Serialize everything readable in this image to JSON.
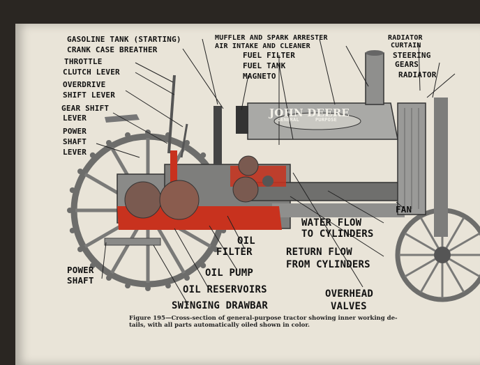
{
  "figure": {
    "labels": {
      "gasoline_tank": "GASOLINE TANK (STARTING)",
      "crank_case_breather": "CRANK CASE BREATHER",
      "throttle": "THROTTLE",
      "clutch_lever": "CLUTCH LEVER",
      "overdrive_1": "OVERDRIVE",
      "overdrive_2": "SHIFT LEVER",
      "gear_shift_1": "GEAR SHIFT",
      "gear_shift_2": "LEVER",
      "power_shaft_lever_1": "POWER",
      "power_shaft_lever_2": "SHAFT",
      "power_shaft_lever_3": "LEVER",
      "muffler": "MUFFLER AND SPARK ARRESTER",
      "air_intake": "AIR INTAKE AND CLEANER",
      "fuel_filter": "FUEL FILTER",
      "fuel_tank": "FUEL TANK",
      "magneto": "MAGNETO",
      "radiator_curtain_1": "RADIATOR",
      "radiator_curtain_2": "CURTAIN",
      "steering_gears_1": "STEERING",
      "steering_gears_2": "GEARS",
      "radiator": "RADIATOR",
      "fan": "FAN",
      "water_flow_1": "WATER FLOW",
      "water_flow_2": "TO CYLINDERS",
      "return_flow_1": "RETURN FLOW",
      "return_flow_2": "FROM CYLINDERS",
      "overhead_valves_1": "OVERHEAD",
      "overhead_valves_2": "VALVES",
      "oil_filter_1": "OIL",
      "oil_filter_2": "FILTER",
      "oil_pump": "OIL PUMP",
      "oil_reservoirs": "OIL RESERVOIRS",
      "swinging_drawbar": "SWINGING DRAWBAR",
      "power_shaft_1": "POWER",
      "power_shaft_2": "SHAFT"
    },
    "hood_text": {
      "brand": "JOHN DEERE",
      "badge_left": "GENERAL",
      "badge_right": "PURPOSE"
    },
    "caption": {
      "line1": "Figure 195—Cross-section of general-purpose tractor showing inner working de-",
      "line2": "tails, with all parts automatically oiled shown in color."
    },
    "colors": {
      "page": "#e9e4d8",
      "oiled_parts": "#c8321e",
      "metal": "#8c8c8a",
      "ink": "#111111"
    }
  }
}
